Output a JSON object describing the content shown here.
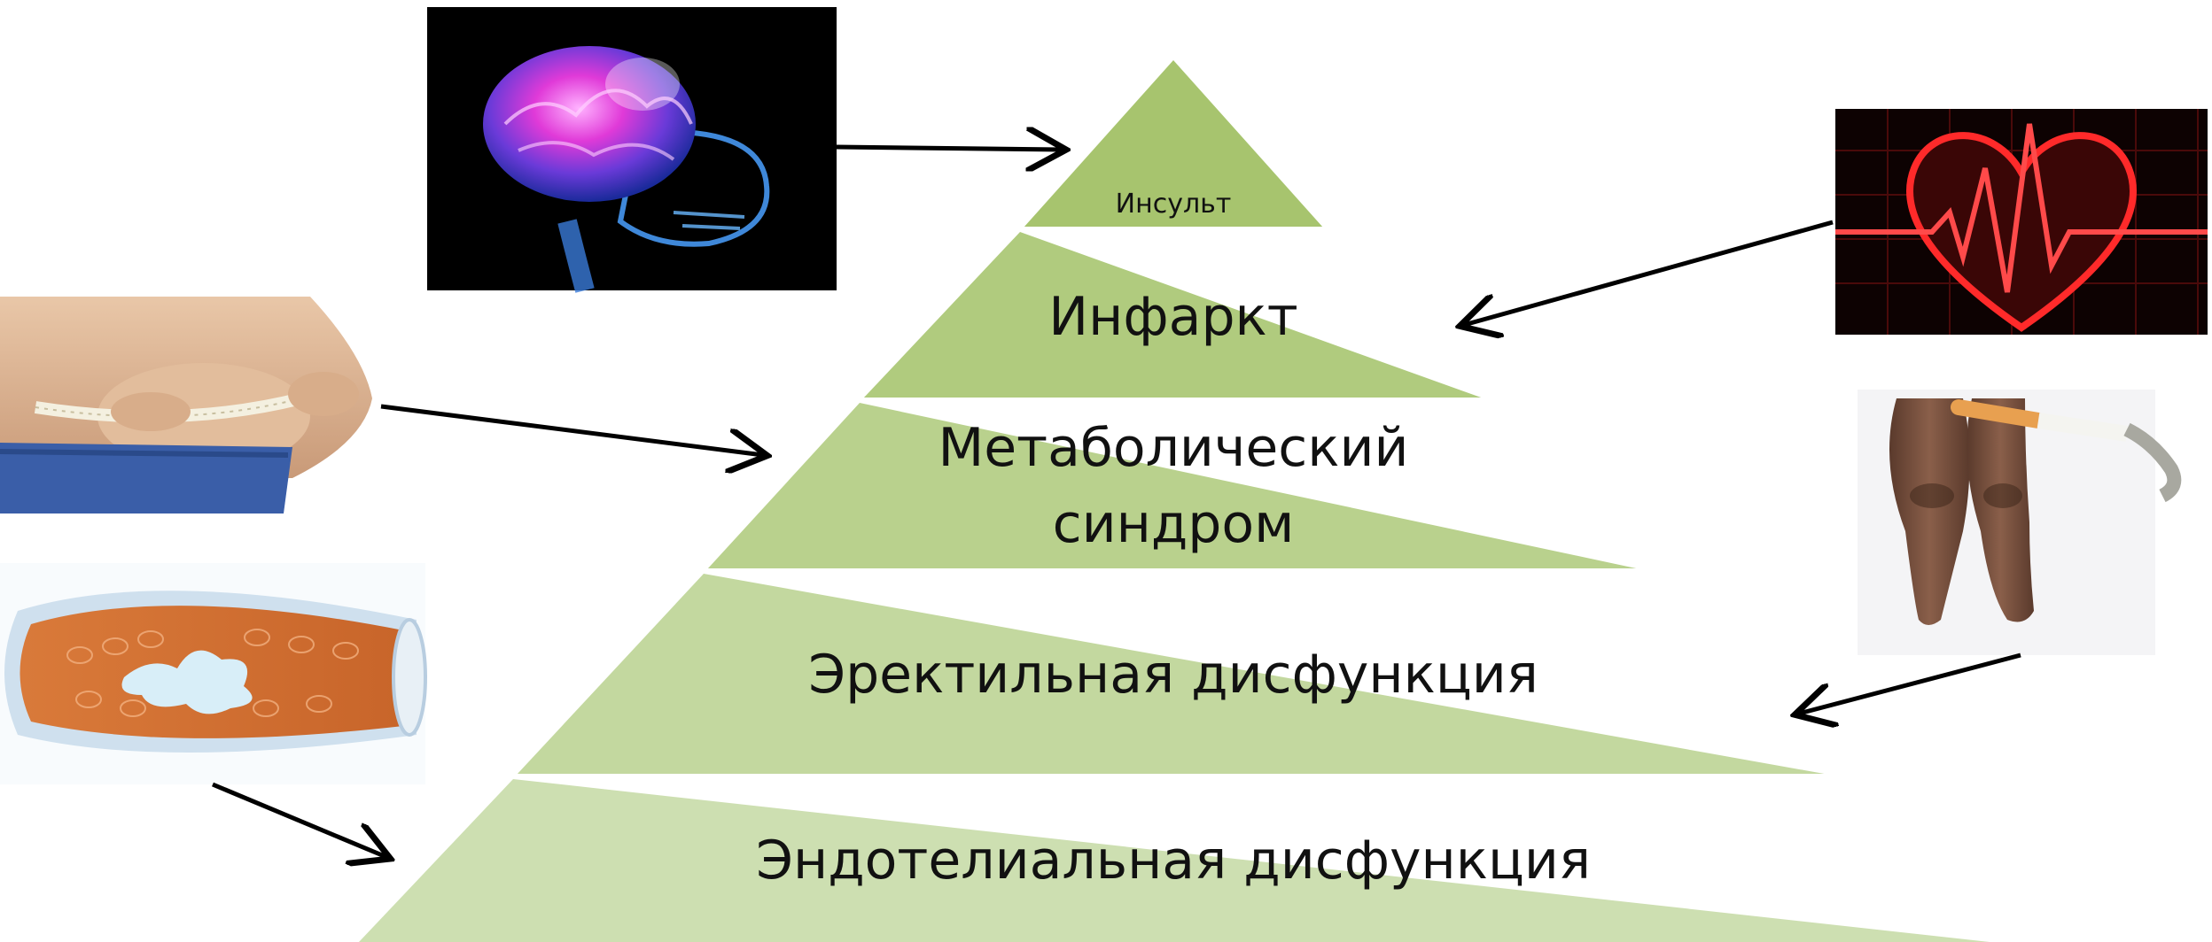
{
  "pyramid": {
    "levels": [
      {
        "id": "stroke",
        "lines": [
          "Инсульт"
        ],
        "color": "#a7c46e"
      },
      {
        "id": "infarct",
        "lines": [
          "Инфаркт"
        ],
        "color": "#b0cb7e"
      },
      {
        "id": "metabolic",
        "lines": [
          "Метаболический",
          "синдром"
        ],
        "color": "#b9d18d"
      },
      {
        "id": "erectile",
        "lines": [
          "Эректильная дисфункция"
        ],
        "color": "#c3d89f"
      },
      {
        "id": "endothelial",
        "lines": [
          "Эндотелиальная дисфункция"
        ],
        "color": "#cddfb1"
      }
    ]
  },
  "images": [
    {
      "id": "brain",
      "icon": "brain-xray-image"
    },
    {
      "id": "heart",
      "icon": "heart-ecg-image"
    },
    {
      "id": "belly",
      "icon": "obese-belly-measuring-tape-image"
    },
    {
      "id": "fingers-cigarette",
      "icon": "drooping-fingers-cigarette-image"
    },
    {
      "id": "artery",
      "icon": "artery-plaque-cross-section-image"
    }
  ],
  "colors": {
    "arrow": "#000000",
    "separator": "#ffffff"
  }
}
